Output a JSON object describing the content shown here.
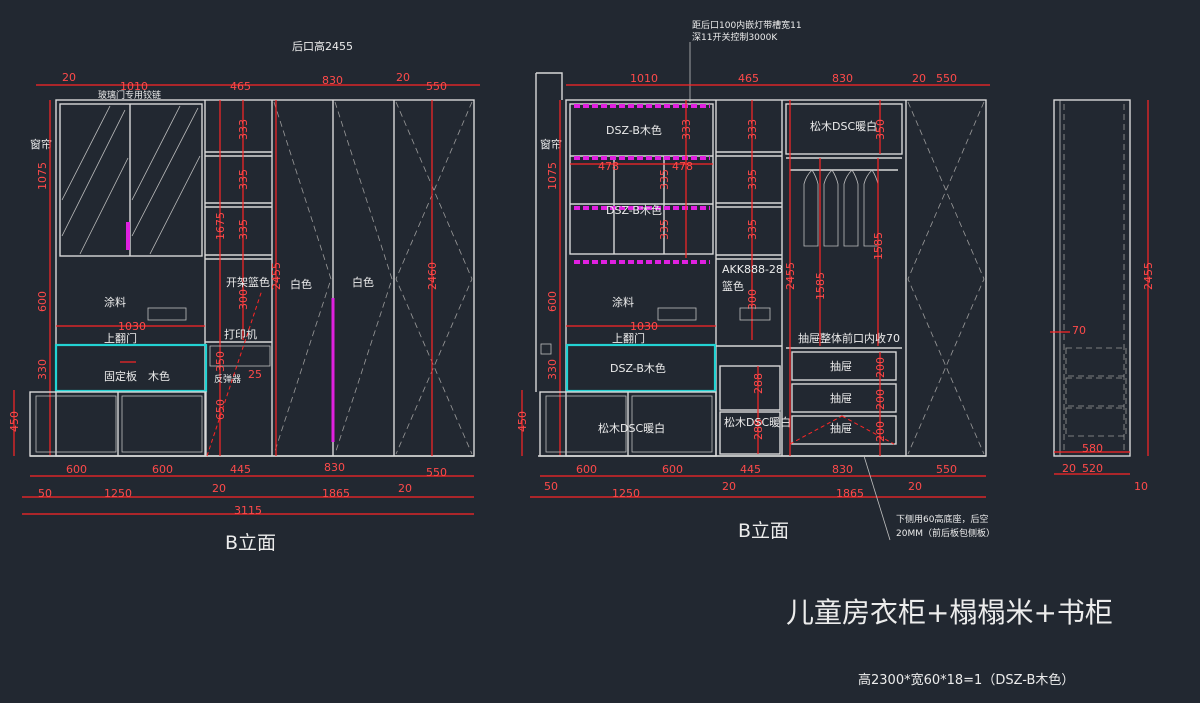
{
  "left": {
    "rear_height": "后口高2455",
    "top_dims": [
      "20",
      "1010",
      "465",
      "830",
      "20",
      "550"
    ],
    "glass_note": "玻璃门专用铰链",
    "curtain": "窗帘",
    "left_dims": [
      "1075",
      "600",
      "330",
      "450"
    ],
    "paint": "涂料",
    "width_1030": "1030",
    "flip_door": "上翻门",
    "fixed_board": "固定板",
    "wood": "木色",
    "shelf_dims": [
      "333",
      "335",
      "335",
      "300"
    ],
    "dim_1675": "1675",
    "open_basket": "开架篮色",
    "printer": "打印机",
    "router": "反弹器",
    "printer_dims": [
      "350",
      "650"
    ],
    "dim_25": "25",
    "white_a": "白色",
    "white_b": "白色",
    "dim_2455": "2455",
    "dim_2460": "2460",
    "bottom1": [
      "600",
      "600",
      "445",
      "830",
      "550"
    ],
    "bottom2": [
      "50",
      "1250",
      "20",
      "1865",
      "20"
    ],
    "total": "3115",
    "label": "B立面"
  },
  "right": {
    "note1": "距后口100内嵌灯带槽宽11",
    "note2": "深11开关控制3000K",
    "top_dims": [
      "1010",
      "465",
      "830",
      "20",
      "550"
    ],
    "curtain": "窗帘",
    "left_dims": [
      "1075",
      "600",
      "330",
      "450"
    ],
    "dsz_top": "DSZ-B木色",
    "dsz_mid": "DSZ-B木色",
    "w478a": "478",
    "w478b": "478",
    "shelf_dims": [
      "333",
      "335",
      "335"
    ],
    "col_dims": [
      "333",
      "335",
      "335",
      "300"
    ],
    "akk": "AKK888-28",
    "basket": "篮色",
    "paint": "涂料",
    "width_1030": "1030",
    "flip_door": "上翻门",
    "dsz_box": "DSZ-B木色",
    "pine_left": "松木DSC暖白",
    "pine_mid": "松木DSC暖白",
    "pine_top": "松木DSC暖白",
    "dim_350": "350",
    "drawer_note": "抽屉整体前口内收70",
    "drawer": "抽屉",
    "drawer_dims": [
      "200",
      "200",
      "200"
    ],
    "mid_dims": [
      "288",
      "288"
    ],
    "hang_dim": "1585",
    "dim_2455": "2455",
    "bottom1": [
      "600",
      "600",
      "445",
      "830",
      "550"
    ],
    "bottom2": [
      "50",
      "1250",
      "20",
      "1865",
      "20"
    ],
    "base_note1": "下侧用60高底座，后空",
    "base_note2": "20MM（前后板包侧板）",
    "label": "B立面"
  },
  "side": {
    "dim_2455": "2455",
    "dim_70": "70",
    "dim_580": "580",
    "bottom": [
      "20",
      "520"
    ],
    "dim_10": "10"
  },
  "title": "儿童房衣柜+榻榻米+书柜",
  "subtitle": "高2300*宽60*18=1（DSZ-B木色）"
}
